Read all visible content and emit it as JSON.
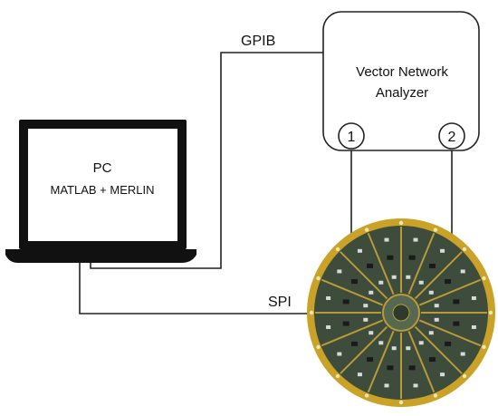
{
  "diagram": {
    "pc": {
      "title": "PC",
      "subtitle": "MATLAB + MERLIN"
    },
    "vna": {
      "line1": "Vector Network",
      "line2": "Analyzer",
      "port1": "1",
      "port2": "2"
    },
    "links": {
      "gpib": "GPIB",
      "spi": "SPI"
    },
    "colors": {
      "wire": "#222222",
      "pcb_ring": "#c9a227",
      "pcb_body": "#3b4a3a",
      "pcb_trace": "#b89a3a"
    }
  }
}
